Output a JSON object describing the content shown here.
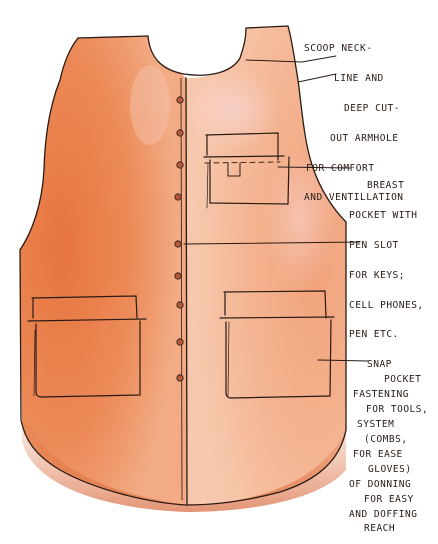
{
  "palette": {
    "paper": "#ffffff",
    "fabric": "#e88456",
    "fabric_light": "#f3b490",
    "fabric_dark": "#c8683f",
    "fabric_highlight": "#f7d2c2",
    "ink": "#2a1a14",
    "button": "#b25a39"
  },
  "annotations": {
    "neck": {
      "lines": [
        "SCOOP NECK-",
        "LINE AND",
        "DEEP CUT-",
        "OUT ARMHOLE",
        "FOR COMFORT",
        "AND VENTILLATION"
      ]
    },
    "breast": {
      "lines": [
        "BREAST",
        "POCKET WITH",
        "PEN SLOT",
        "FOR KEYS;",
        "CELL PHONES,",
        "PEN ETC.",
        "SNAP",
        "FASTENING",
        "SYSTEM",
        "FOR EASE",
        "OF DONNING",
        "AND DOFFING"
      ]
    },
    "pocket": {
      "lines": [
        "POCKET",
        "FOR TOOLS,",
        "(COMBS,",
        "GLOVES)",
        "FOR EASY",
        "REACH"
      ]
    }
  }
}
